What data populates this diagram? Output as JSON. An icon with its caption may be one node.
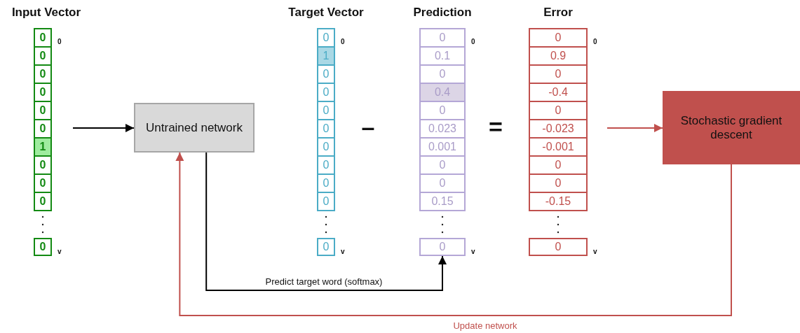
{
  "diagram": {
    "nodes": [
      {
        "text": [
          "0"
        ],
        "beside": [
          "0"
        ]
      },
      {
        "text": [
          "0"
        ]
      },
      {
        "text": [
          "0"
        ]
      },
      {
        "text": [
          "0"
        ]
      },
      {
        "text": [
          "0"
        ]
      },
      {
        "text": [
          "0"
        ]
      },
      {
        "text": [
          "1"
        ]
      },
      {
        "text": [
          "0"
        ]
      },
      {
        "text": [
          "0"
        ]
      },
      {
        "text": [
          "0"
        ]
      },
      {
        "text": [
          "0"
        ],
        "beside": [
          "v"
        ]
      },
      {
        "text": [
          "Untrained network"
        ]
      },
      {
        "text": [
          "0"
        ],
        "beside": [
          "0"
        ]
      },
      {
        "text": [
          "1"
        ]
      },
      {
        "text": [
          "0"
        ]
      },
      {
        "text": [
          "0"
        ]
      },
      {
        "text": [
          "0"
        ]
      },
      {
        "text": [
          "0"
        ]
      },
      {
        "text": [
          "0"
        ]
      },
      {
        "text": [
          "0"
        ]
      },
      {
        "text": [
          "0"
        ]
      },
      {
        "text": [
          "0"
        ]
      },
      {
        "text": [
          "0"
        ],
        "beside": [
          "v"
        ]
      },
      {
        "text": [
          "0"
        ],
        "beside": [
          "0"
        ]
      },
      {
        "text": [
          "0.1"
        ]
      },
      {
        "text": [
          "0"
        ]
      },
      {
        "text": [
          "0.4"
        ]
      },
      {
        "text": [
          "0"
        ]
      },
      {
        "text": [
          "0.023"
        ]
      },
      {
        "text": [
          "0.001"
        ]
      },
      {
        "text": [
          "0"
        ]
      },
      {
        "text": [
          "0"
        ]
      },
      {
        "text": [
          "0.15"
        ]
      },
      {
        "text": [
          "0"
        ],
        "beside": [
          "v"
        ]
      },
      {
        "text": [
          "0"
        ],
        "beside": [
          "0"
        ]
      },
      {
        "text": [
          "0.9"
        ]
      },
      {
        "text": [
          "0"
        ]
      },
      {
        "text": [
          "-0.4"
        ]
      },
      {
        "text": [
          "0"
        ]
      },
      {
        "text": [
          "-0.023"
        ]
      },
      {
        "text": [
          "-0.001"
        ]
      },
      {
        "text": [
          "0"
        ]
      },
      {
        "text": [
          "0"
        ]
      },
      {
        "text": [
          "-0.15"
        ]
      },
      {
        "text": [
          "0"
        ],
        "beside": [
          "v"
        ]
      },
      {
        "text": [
          "Stochastic gradient descent"
        ]
      }
    ],
    "edges": [
      {
        "from": null,
        "to": 11,
        "arrow": "to"
      },
      {
        "from": 11,
        "to": 33,
        "arrow": "to",
        "label": "Predict target word (softmax)"
      },
      {
        "from": null,
        "to": 45,
        "arrow": "to",
        "color": "#c0504d"
      },
      {
        "from": 45,
        "to": 11,
        "arrow": "to",
        "label": "Update network",
        "color": "#c0504d"
      }
    ],
    "labels": [
      "Input Vector",
      "Target Vector",
      "Prediction",
      "Error",
      "–",
      "="
    ]
  }
}
